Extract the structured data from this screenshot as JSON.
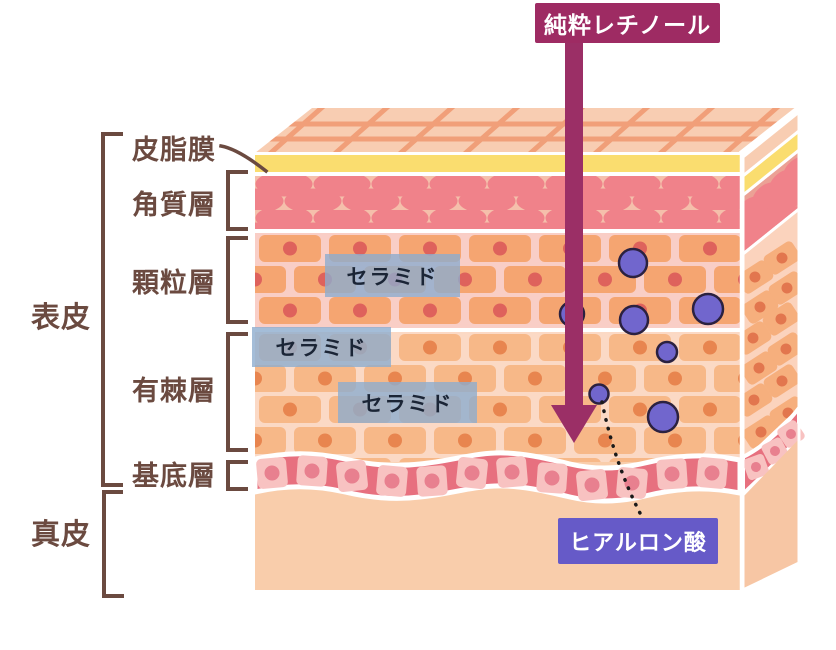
{
  "banner": {
    "label": "純粋レチノール"
  },
  "groups": {
    "epidermis": "表皮",
    "dermis": "真皮"
  },
  "layers": [
    {
      "id": "sebum-film",
      "label": "皮脂膜"
    },
    {
      "id": "stratum-corneum",
      "label": "角質層"
    },
    {
      "id": "granular-layer",
      "label": "顆粒層"
    },
    {
      "id": "spinous-layer",
      "label": "有棘層"
    },
    {
      "id": "basal-layer",
      "label": "基底層"
    }
  ],
  "annotations": {
    "ceramide": [
      "セラミド",
      "セラミド",
      "セラミド"
    ],
    "hyaluronic_acid": "ヒアルロン酸"
  },
  "colors": {
    "banner_bg": "#9e2b63",
    "arrow": "#9b2f66",
    "label_text": "#6b4a40",
    "ceramide_bg": "#a5bedc",
    "ceramide_text": "#1b2536",
    "hyaluronic_bg": "#665ac8",
    "sebum_yellow": "#fadd6f",
    "corneum_bg": "#f5bfab",
    "corneum_oval": "#f0828a",
    "granular_bg": "#f9cec6",
    "granular_brick": "#f5a571",
    "granular_dot": "#de625c",
    "spinous_bg": "#fbd9c5",
    "spinous_brick": "#f7b888",
    "spinous_dot": "#e8854f",
    "basal_band": "#e7707f",
    "basal_cell": "#f8c2c1",
    "basal_nucleus": "#e8808f",
    "dermis_bg": "#f9cdab",
    "top_surface": "#f8cdb2",
    "top_grid_line": "#f09b73",
    "particle_fill": "#7166cd",
    "particle_stroke": "#2b2140"
  }
}
